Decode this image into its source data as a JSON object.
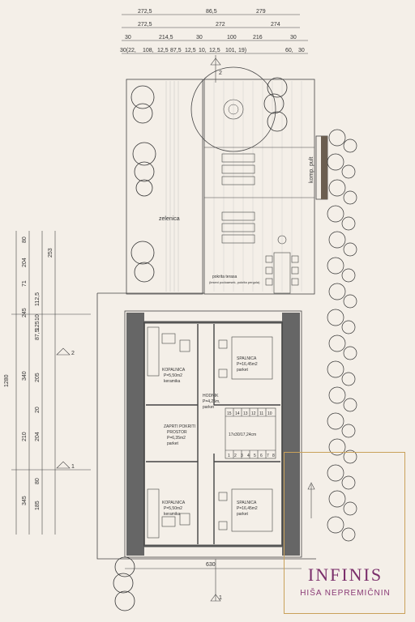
{
  "dims_top": {
    "row1": [
      "272,5",
      "86,5",
      "279"
    ],
    "row2": [
      "272,5",
      "272",
      "274"
    ],
    "row3": [
      "30",
      "214,5",
      "30",
      "100",
      "216",
      "30"
    ],
    "row4": [
      "30(22,",
      "108,",
      "12,5",
      "87,5",
      "12,5",
      "10,",
      "12,5",
      "101,",
      "19)",
      "60,",
      "30"
    ]
  },
  "dims_left": {
    "total": "1280",
    "col_a": [
      "80",
      "204",
      "71",
      "245",
      "87,5",
      "340",
      "210",
      "345"
    ],
    "col_b": [
      "253",
      "112,5",
      "10",
      "125",
      "205",
      "20",
      "204",
      "80",
      "185"
    ]
  },
  "dim_bottom": "630",
  "sections": {
    "two_label": "2",
    "one_label": "1"
  },
  "labels": {
    "zelenica": "zelenica",
    "komp_pult": "komp. pult",
    "pokrita_terasa": "pokrita terasa",
    "pokrita_terasa_note": "(leseni podoaesek, pokrita pergola)"
  },
  "rooms": [
    {
      "id": "kopalnica-top",
      "lines": [
        "KOPALNICA",
        "P=5,50m2",
        "keramika"
      ]
    },
    {
      "id": "spalnica-top",
      "lines": [
        "SPALNICA",
        "P=16,45m2",
        "parket"
      ]
    },
    {
      "id": "hodnik",
      "lines": [
        "HODNIK",
        "P=4,25m,",
        "parket"
      ]
    },
    {
      "id": "zaprti-prostor",
      "lines": [
        "ZAPRTI POKRITI",
        "PROSTOR",
        "P=6,35m2",
        "parket"
      ]
    },
    {
      "id": "kopalnica-bottom",
      "lines": [
        "KOPALNICA",
        "P=5,50m2",
        "keramika"
      ]
    },
    {
      "id": "spalnica-bottom",
      "lines": [
        "SPALNICA",
        "P=16,45m2",
        "parket"
      ]
    }
  ],
  "stairs": {
    "top_numbers": [
      "15",
      "14",
      "13",
      "12",
      "11",
      "10"
    ],
    "bottom_numbers": [
      "1",
      "2",
      "3",
      "4",
      "5",
      "6",
      "7",
      "8"
    ],
    "spec": "17x30/17,24cm"
  },
  "watermark": {
    "title": "INFINIS",
    "subtitle": "HIŠA NEPREMIČNIN"
  },
  "colors": {
    "background": "#f4efe8",
    "line": "#444444",
    "wall": "#555555",
    "brand": "#7a2e6a",
    "frame": "#c9a15a"
  }
}
